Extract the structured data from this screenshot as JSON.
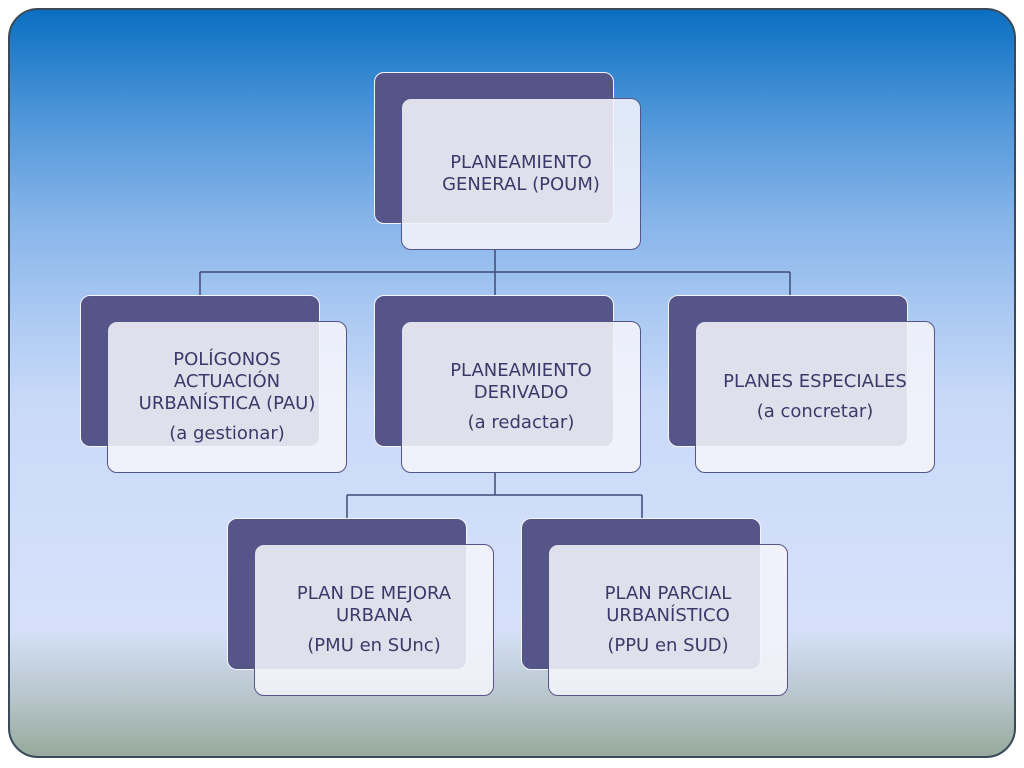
{
  "diagram": {
    "nodes": {
      "general": {
        "lines": [
          "PLANEAMIENTO",
          "GENERAL (POUM)"
        ],
        "sub": ""
      },
      "pau": {
        "lines": [
          "POLÍGONOS",
          "ACTUACIÓN",
          "URBANÍSTICA (PAU)"
        ],
        "sub": "(a gestionar)"
      },
      "derivado": {
        "lines": [
          "PLANEAMIENTO",
          "DERIVADO"
        ],
        "sub": "(a redactar)"
      },
      "especiales": {
        "lines": [
          "PLANES ESPECIALES"
        ],
        "sub": "(a concretar)"
      },
      "pmu": {
        "lines": [
          "PLAN DE MEJORA",
          "URBANA"
        ],
        "sub": "(PMU en SUnc)"
      },
      "ppu": {
        "lines": [
          "PLAN PARCIAL",
          "URBANÍSTICO"
        ],
        "sub": "(PPU en SUD)"
      }
    },
    "colors": {
      "back_box": "#56558a",
      "front_box": "#f4f4fb",
      "text": "#3a3a6a",
      "connector": "#3f4a75"
    }
  }
}
